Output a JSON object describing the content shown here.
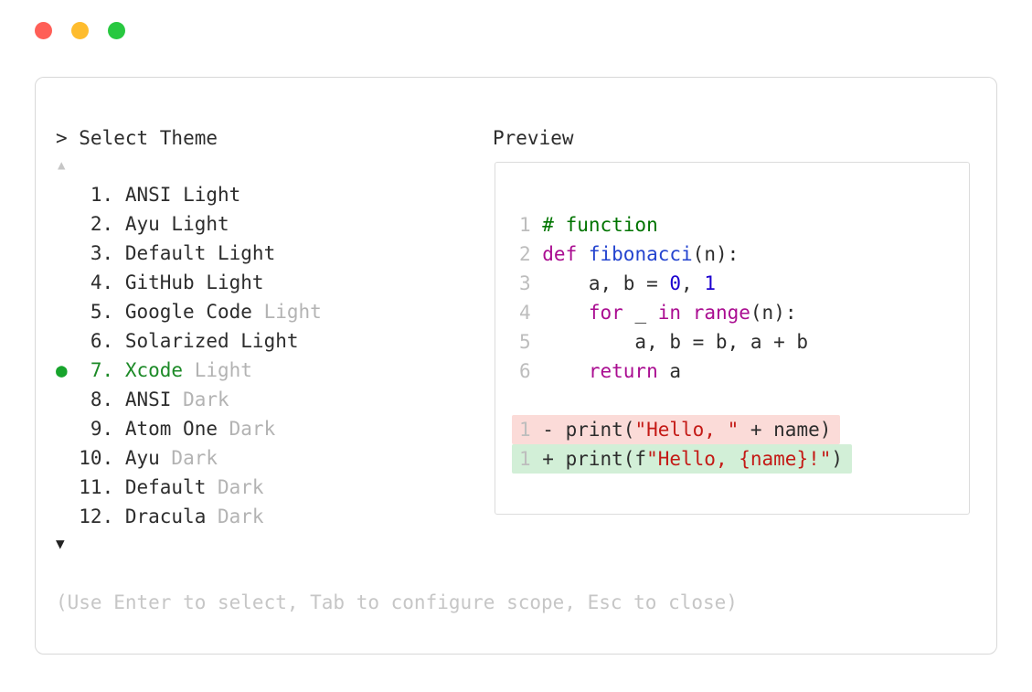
{
  "window": {
    "controls": [
      {
        "name": "close",
        "color": "#ff5f57"
      },
      {
        "name": "minimize",
        "color": "#febc2e"
      },
      {
        "name": "zoom",
        "color": "#28c840"
      }
    ]
  },
  "prompt": {
    "label": "> Select Theme"
  },
  "preview": {
    "heading": "Preview"
  },
  "theme_list": {
    "scroll_up": "▲",
    "scroll_down": "▼",
    "selected_marker": "●",
    "items": [
      {
        "number": "1.",
        "name": "ANSI",
        "suffix": "Light",
        "dim_suffix": false,
        "selected": false
      },
      {
        "number": "2.",
        "name": "Ayu",
        "suffix": "Light",
        "dim_suffix": false,
        "selected": false
      },
      {
        "number": "3.",
        "name": "Default",
        "suffix": "Light",
        "dim_suffix": false,
        "selected": false
      },
      {
        "number": "4.",
        "name": "GitHub",
        "suffix": "Light",
        "dim_suffix": false,
        "selected": false
      },
      {
        "number": "5.",
        "name": "Google Code",
        "suffix": "Light",
        "dim_suffix": true,
        "selected": false
      },
      {
        "number": "6.",
        "name": "Solarized",
        "suffix": "Light",
        "dim_suffix": false,
        "selected": false
      },
      {
        "number": "7.",
        "name": "Xcode",
        "suffix": "Light",
        "dim_suffix": true,
        "selected": true
      },
      {
        "number": "8.",
        "name": "ANSI",
        "suffix": "Dark",
        "dim_suffix": true,
        "selected": false
      },
      {
        "number": "9.",
        "name": "Atom One",
        "suffix": "Dark",
        "dim_suffix": true,
        "selected": false
      },
      {
        "number": "10.",
        "name": "Ayu",
        "suffix": "Dark",
        "dim_suffix": true,
        "selected": false
      },
      {
        "number": "11.",
        "name": "Default",
        "suffix": "Dark",
        "dim_suffix": true,
        "selected": false
      },
      {
        "number": "12.",
        "name": "Dracula",
        "suffix": "Dark",
        "dim_suffix": true,
        "selected": false
      }
    ]
  },
  "hint": "(Use Enter to select, Tab to configure scope, Esc to close)",
  "code_preview": {
    "lines": [
      {
        "num": "1",
        "tokens": [
          [
            "c",
            "# function"
          ]
        ]
      },
      {
        "num": "2",
        "tokens": [
          [
            "k",
            "def"
          ],
          [
            "n",
            " "
          ],
          [
            "f",
            "fibonacci"
          ],
          [
            "n",
            "(n):"
          ]
        ]
      },
      {
        "num": "3",
        "tokens": [
          [
            "n",
            "    a, b = "
          ],
          [
            "d",
            "0"
          ],
          [
            "n",
            ", "
          ],
          [
            "d",
            "1"
          ]
        ]
      },
      {
        "num": "4",
        "tokens": [
          [
            "n",
            "    "
          ],
          [
            "k",
            "for"
          ],
          [
            "n",
            " _ "
          ],
          [
            "k",
            "in"
          ],
          [
            "n",
            " "
          ],
          [
            "k",
            "range"
          ],
          [
            "n",
            "(n):"
          ]
        ]
      },
      {
        "num": "5",
        "tokens": [
          [
            "n",
            "        a, b = b, a + b"
          ]
        ]
      },
      {
        "num": "6",
        "tokens": [
          [
            "n",
            "    "
          ],
          [
            "k",
            "return"
          ],
          [
            "n",
            " a"
          ]
        ]
      }
    ],
    "diff": [
      {
        "num": "1",
        "sign": "-",
        "kind": "removed",
        "tokens": [
          [
            "n",
            "print("
          ],
          [
            "s",
            "\"Hello, \""
          ],
          [
            "n",
            " + name)"
          ]
        ]
      },
      {
        "num": "1",
        "sign": "+",
        "kind": "added",
        "tokens": [
          [
            "n",
            "print(f"
          ],
          [
            "s",
            "\"Hello, {name}!\""
          ],
          [
            "n",
            ")"
          ]
        ]
      }
    ]
  },
  "colors": {
    "text": "#2d2d2d",
    "dim": "#b3b3b3",
    "hint": "#c6c6c6",
    "line_number": "#bdbdbd",
    "selected_green": "#1c8a27",
    "bullet_green": "#17a42c",
    "comment": "#007400",
    "keyword": "#aa0d91",
    "function": "#2444cf",
    "number": "#1c00cf",
    "string": "#c41a16",
    "removed_bg": "#fbdbd8",
    "added_bg": "#d2efd7",
    "panel_border": "#d8d8d8"
  }
}
